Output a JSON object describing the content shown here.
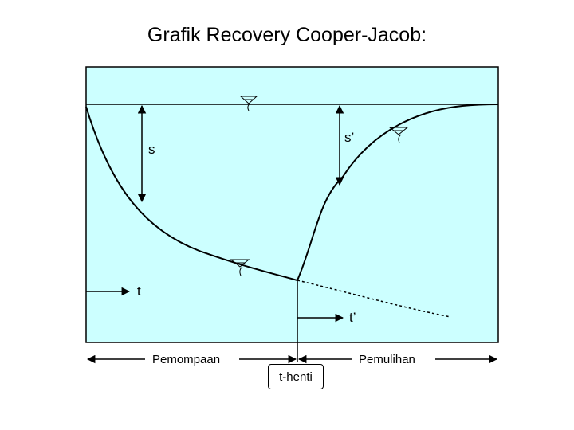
{
  "title": "Grafik Recovery Cooper-Jacob:",
  "labels": {
    "s": "s",
    "s_prime": "s’",
    "t": "t",
    "t_prime": "t’",
    "pumping": "Pemompaan",
    "recovery": "Pemulihan",
    "stop_time": "t-henti"
  },
  "colors": {
    "aquifer_fill": "#ccffff",
    "line": "#000000",
    "background": "#ffffff"
  },
  "icons": [
    "water-table-marker-icon"
  ]
}
